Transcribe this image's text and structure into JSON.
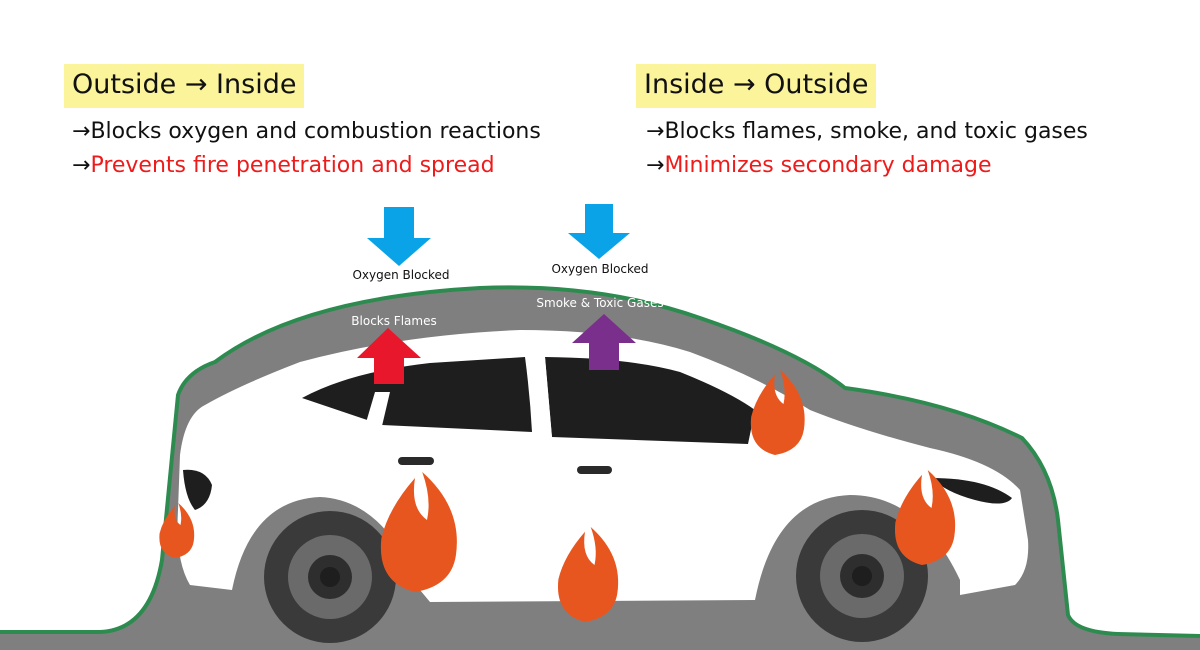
{
  "left": {
    "heading": "Outside → Inside",
    "lines": [
      {
        "arrow": "→",
        "text": "Blocks oxygen and combustion reactions"
      },
      {
        "arrow": "→",
        "text": "Prevents fire penetration and spread"
      }
    ]
  },
  "right": {
    "heading": "Inside → Outside",
    "lines": [
      {
        "arrow": "→",
        "text": "Blocks flames, smoke, and toxic gases"
      },
      {
        "arrow": "→",
        "text": "Minimizes secondary damage"
      }
    ]
  },
  "diagram": {
    "oxygen_left": "Oxygen Blocked",
    "oxygen_right": "Oxygen Blocked",
    "flames_label": "Blocks Flames",
    "smoke_label": "Smoke & Toxic Gases"
  },
  "colors": {
    "highlight": "#fbf49a",
    "emphasis_text": "#ee1b1b",
    "shell_gray": "#7f7f7f",
    "shell_outline": "#2e8b4f",
    "oxygen_arrow": "#0aa3e8",
    "flame_arrow": "#e8172b",
    "smoke_arrow": "#7a2f8c",
    "fire": "#e8561f"
  }
}
